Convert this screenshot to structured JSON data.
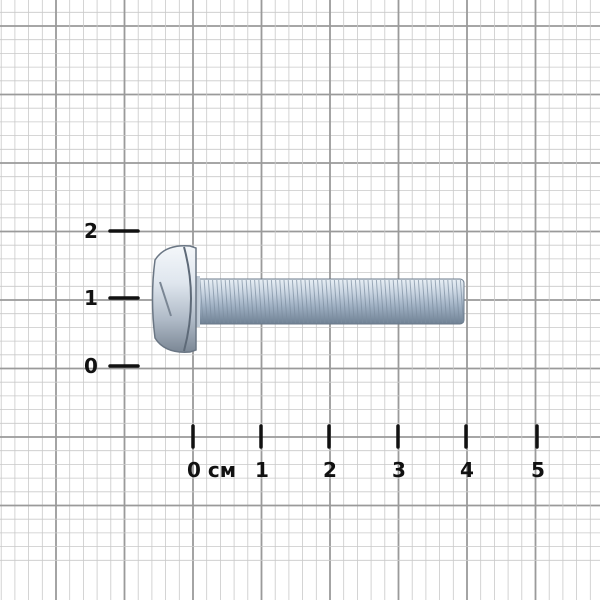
{
  "colors": {
    "paper": "#ffffff",
    "grid_minor": "#c9c9c9",
    "grid_major": "#9a9a9a",
    "ink": "#111111",
    "metal_light": "#eef3f8",
    "metal_mid": "#b8c6d6",
    "metal_dark": "#6f8092"
  },
  "vertical_scale": {
    "labels": [
      "0",
      "1",
      "2"
    ]
  },
  "horizontal_scale": {
    "labels": [
      "0 см",
      "1",
      "2",
      "3",
      "4",
      "5"
    ]
  },
  "object": {
    "name": "pan-head-screw",
    "thread_length_cm": 4
  }
}
